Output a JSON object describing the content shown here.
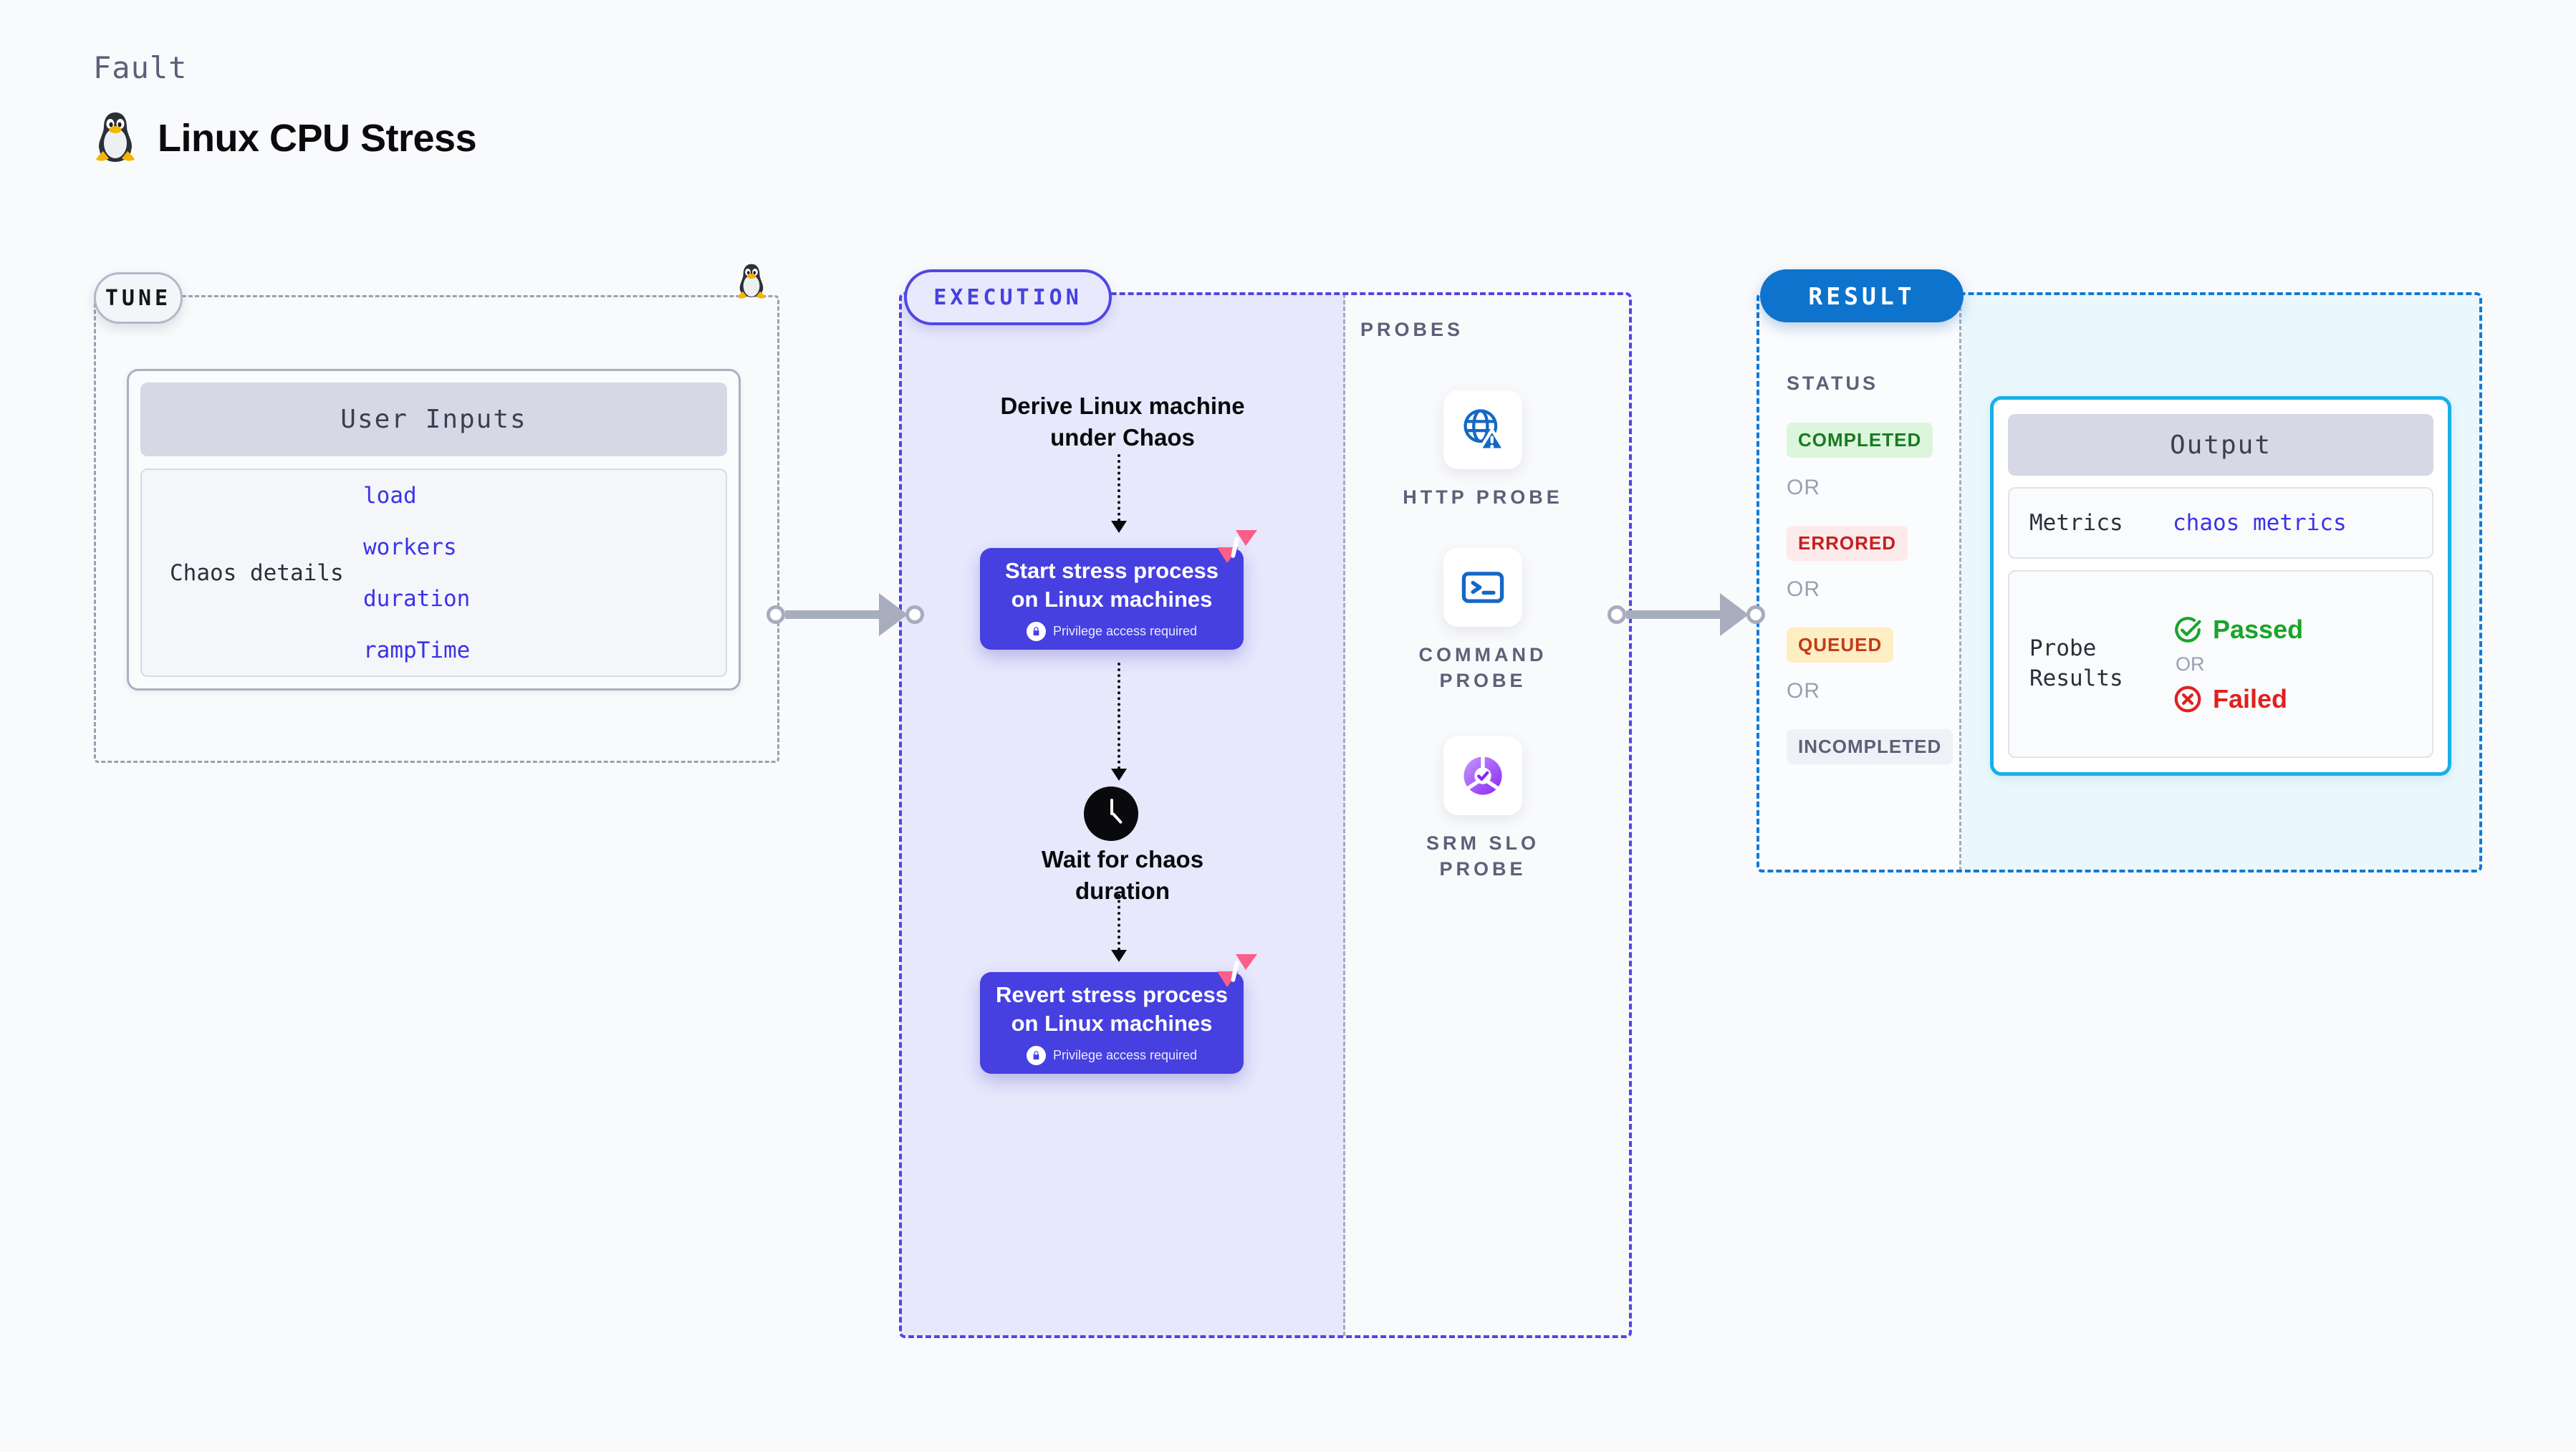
{
  "header": {
    "kicker": "Fault",
    "title": "Linux CPU Stress",
    "icon": "linux-penguin-icon"
  },
  "tune": {
    "pill_label": "TUNE",
    "card_title": "User Inputs",
    "row_label": "Chaos details",
    "params": [
      "load",
      "workers",
      "duration",
      "rampTime"
    ]
  },
  "execution": {
    "pill_label": "EXECUTION",
    "derive_step": "Derive Linux machine under Chaos",
    "start_step": {
      "title": "Start stress process on Linux machines",
      "note": "Privilege access required",
      "lock_icon": "lock-icon",
      "badge_icon": "harness-mark-icon"
    },
    "wait_step": {
      "title": "Wait for chaos duration",
      "icon": "clock-icon"
    },
    "revert_step": {
      "title": "Revert stress process on Linux machines",
      "note": "Privilege access required",
      "lock_icon": "lock-icon",
      "badge_icon": "harness-mark-icon"
    }
  },
  "probes": {
    "section_label": "PROBES",
    "items": [
      {
        "name": "HTTP PROBE",
        "icon": "globe-alert-icon"
      },
      {
        "name": "COMMAND PROBE",
        "icon": "terminal-icon"
      },
      {
        "name": "SRM SLO PROBE",
        "icon": "slo-check-icon"
      }
    ]
  },
  "result": {
    "pill_label": "RESULT",
    "status_label": "STATUS",
    "or_label": "OR",
    "statuses": [
      {
        "label": "COMPLETED",
        "color": "#1a7a1f",
        "bg": "#dcf5dd"
      },
      {
        "label": "ERRORED",
        "color": "#c22020",
        "bg": "#fdeaea"
      },
      {
        "label": "QUEUED",
        "color": "#c43a16",
        "bg": "#fdeec4"
      },
      {
        "label": "INCOMPLETED",
        "color": "#5b6178",
        "bg": "#f0f1f6"
      }
    ],
    "output": {
      "title": "Output",
      "metrics_label": "Metrics",
      "metrics_value": "chaos metrics",
      "probe_results_label": "Probe Results",
      "passed_label": "Passed",
      "failed_label": "Failed",
      "or_label": "OR",
      "passed_icon": "check-circle-icon",
      "failed_icon": "x-circle-icon"
    }
  },
  "colors": {
    "accent_purple": "#4640e0",
    "accent_blue": "#0d73cd",
    "accent_cyan": "#19b0e8",
    "pink": "#fb5e89",
    "link": "#3b33e8"
  }
}
